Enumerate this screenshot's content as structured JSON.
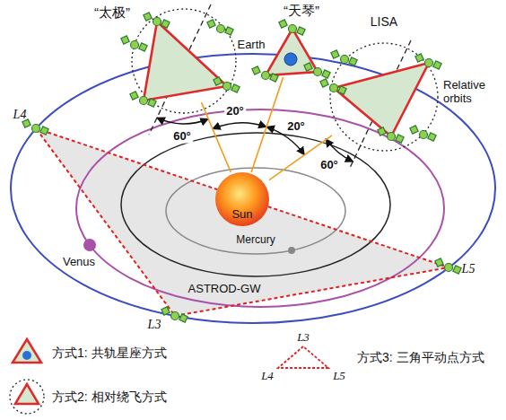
{
  "diagram": {
    "nodes": [
      {
        "text": [
          "Sun"
        ]
      },
      {
        "text": [
          "“太极”"
        ]
      },
      {
        "text": [
          "“天琴”",
          "Earth"
        ]
      },
      {
        "text": [
          "LISA",
          "Relative orbits"
        ]
      }
    ],
    "edges": [
      {
        "from": 0,
        "to": 1,
        "arrow": "none"
      },
      {
        "from": 0,
        "to": 2,
        "arrow": "none"
      },
      {
        "from": 0,
        "to": 3,
        "arrow": "none"
      }
    ],
    "labels": [
      "60°",
      "20°",
      "20°",
      "60°",
      "Mercury",
      "Venus",
      "ASTROD-GW",
      "L4",
      "L5",
      "L3",
      "L3",
      "L4",
      "L5"
    ],
    "legend": [
      {
        "text": "方式1: 共轨星座方式"
      },
      {
        "text": "方式2: 相对绕飞方式"
      },
      {
        "text": "方式3: 三角平动点方式"
      }
    ]
  }
}
